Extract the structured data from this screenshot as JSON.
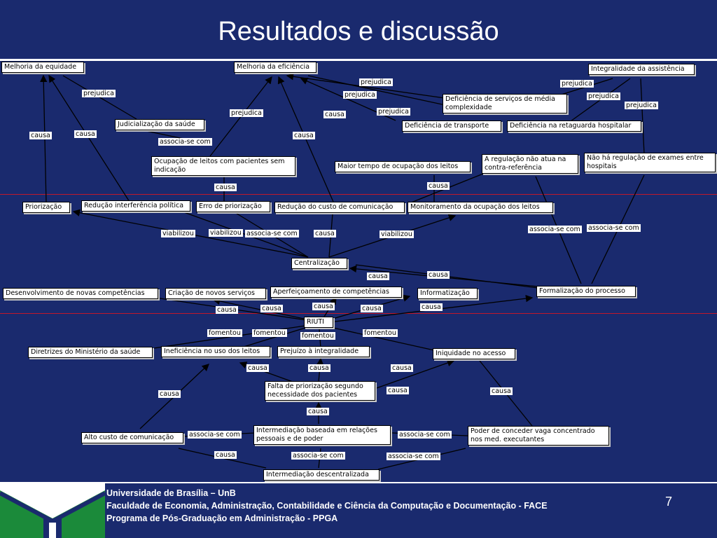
{
  "title": "Resultados e discussão",
  "nodes": {
    "melhoria_equidade": "Melhoria da equidade",
    "melhoria_eficiencia": "Melhoria da eficiência",
    "integralidade": "Integralidade da assistência",
    "def_servicos": "Deficiência de serviços de média complexidade",
    "judicializacao": "Judicialização da saúde",
    "def_transporte": "Deficiência de transporte",
    "def_retaguarda": "Deficiência na retaguarda hospitalar",
    "ocupacao_leitos": "Ocupação de leitos com pacientes sem indicação",
    "maior_tempo": "Maior tempo de ocupação dos leitos",
    "regulacao_contra": "A regulação não atua na contra-referência",
    "nao_ha_regulacao": "Não há regulação de exames entre hospitais",
    "priorizacao": "Priorização",
    "reducao_politica": "Redução interferência política",
    "erro_priorizacao": "Erro de priorização",
    "reducao_custo": "Redução do custo de comunicação",
    "monitoramento": "Monitoramento da ocupação dos leitos",
    "centralizacao": "Centralização",
    "desenvolvimento": "Desenvolvimento de novas competências",
    "criacao_servicos": "Criação de novos serviços",
    "aperfeicoamento": "Aperfeiçoamento de competências",
    "informatizacao": "Informatização",
    "formalizacao": "Formalização do processo",
    "riuti": "RIUTI",
    "diretrizes": "Diretrizes do Ministério da saúde",
    "ineficiencia": "Ineficiência no uso dos leitos",
    "prejuizo": "Prejuízo à integralidade",
    "iniquidade": "Iniquidade no acesso",
    "falta_priorizacao": "Falta de priorização segundo necessidade dos pacientes",
    "alto_custo": "Alto custo de comunicação",
    "intermediacao_relacoes": "Intermediação baseada em relações pessoais e de poder",
    "poder_conceder": "Poder de conceder vaga concentrado nos med. executantes",
    "intermediacao_desc": "Intermediação descentralizada"
  },
  "labels": [
    "prejudica",
    "prejudica",
    "prejudica",
    "prejudica",
    "prejudica",
    "prejudica",
    "prejudica",
    "prejudica",
    "causa",
    "causa",
    "causa",
    "causa",
    "associa-se com",
    "causa",
    "causa",
    "viabilizou",
    "viabilizou",
    "associa-se com",
    "causa",
    "viabilizou",
    "associa-se com",
    "associa-se com",
    "causa",
    "causa",
    "causa",
    "causa",
    "causa",
    "causa",
    "causa",
    "fomentou",
    "fomentou",
    "fomentou",
    "fomentou",
    "causa",
    "causa",
    "causa",
    "causa",
    "causa",
    "causa",
    "associa-se com",
    "associa-se com",
    "causa",
    "associa-se com",
    "associa-se com"
  ],
  "footer": {
    "line1": "Universidade de Brasília – UnB",
    "line2": "Faculdade de Economia, Administração, Contabilidade e Ciência da Computação e Documentação  - FACE",
    "line3": "Programa de Pós-Graduação em Administração - PPGA",
    "page": "7"
  },
  "colors": {
    "background": "#1a2a6e",
    "divider": "#c0182a",
    "logo_green": "#1b8a3a"
  }
}
